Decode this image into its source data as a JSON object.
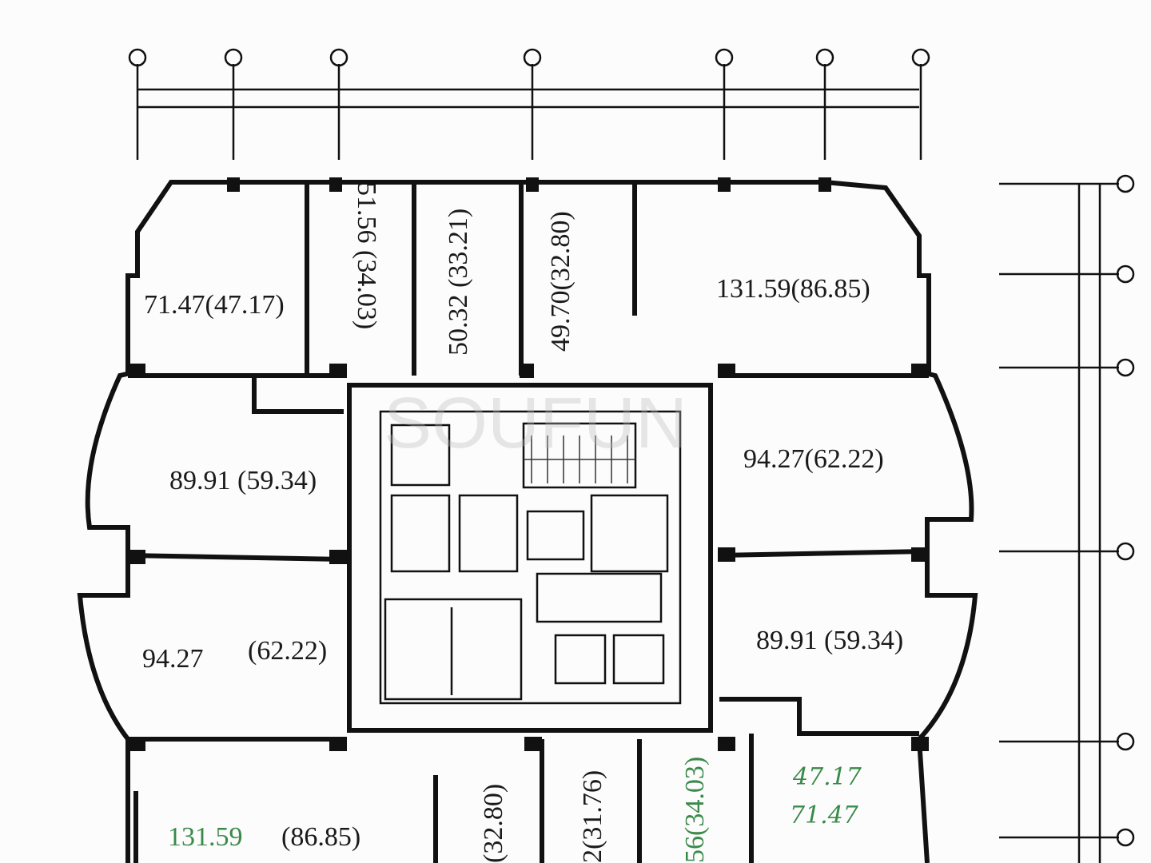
{
  "units": {
    "top_left": "71.47(47.17)",
    "top_narrow_1": "51.56 (34.03)",
    "top_narrow_2": "50.32 (33.21)",
    "top_narrow_3": "49.70(32.80)",
    "top_right": "131.59(86.85)",
    "mid_left_upper": "89.91 (59.34)",
    "mid_right_upper": "94.27(62.22)",
    "mid_left_lower_a": "94.27",
    "mid_left_lower_b": "(62.22)",
    "mid_right_lower": "89.91 (59.34)",
    "bottom_left_a": "131.59",
    "bottom_left_b": "(86.85)",
    "bottom_narrow_1": "(32.80)",
    "bottom_narrow_2": "2(31.76)",
    "bottom_narrow_3": "56(34.03)",
    "bottom_right_hand_1": "47.17",
    "bottom_right_hand_2": "71.47"
  },
  "colors": {
    "line": "#111111",
    "handwriting": "#3a8a4a"
  }
}
